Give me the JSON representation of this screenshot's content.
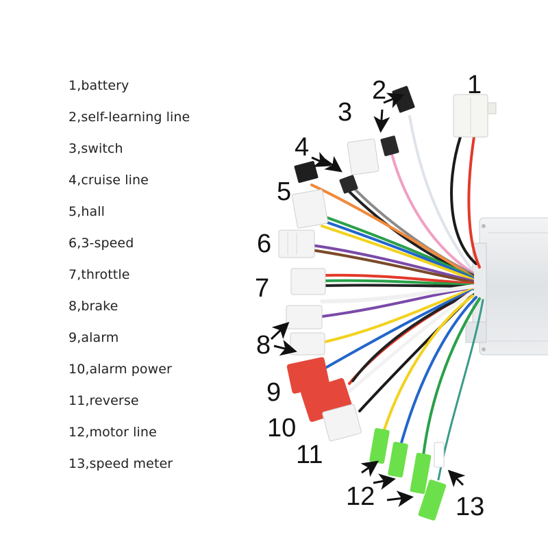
{
  "legend": [
    "1,battery",
    "2,self-learning line",
    "3,switch",
    "4,cruise line",
    "5,hall",
    "6,3-speed",
    "7,throttle",
    "8,brake",
    "9,alarm",
    "10,alarm power",
    "11,reverse",
    "12,motor line",
    "13,speed meter"
  ],
  "callouts": [
    "1",
    "2",
    "3",
    "4",
    "5",
    "6",
    "7",
    "8",
    "9",
    "10",
    "11",
    "12",
    "13"
  ],
  "colors": {
    "housing": "#e6e8ea",
    "red": "#e23a2a",
    "black": "#1a1a1a",
    "orange": "#f08a3c",
    "green_term": "#6ce04a",
    "connector_white": "#f4f4f4",
    "connector_red": "#e5483a"
  }
}
